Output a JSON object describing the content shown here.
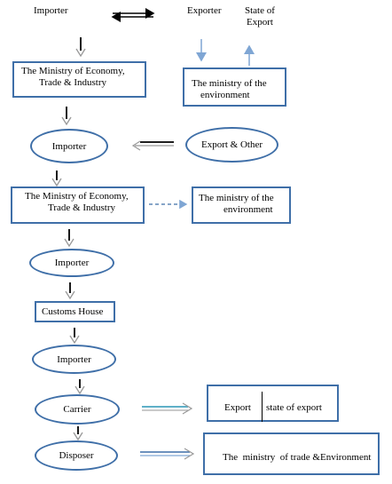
{
  "header": {
    "importer": "Importer",
    "exporter": "Exporter",
    "state_of_export": [
      "State of",
      "Export"
    ]
  },
  "boxes": {
    "ministry_economy_top": [
      "The Ministry of Economy,",
      "Trade & Industry"
    ],
    "ministry_environment_top": [
      "The ministry of the",
      "environment"
    ],
    "ministry_economy_mid": [
      "The Ministry of Economy,",
      "Trade & Industry"
    ],
    "ministry_environment_mid": [
      "The ministry of the",
      "environment"
    ],
    "customs_house": "Customs House",
    "export_label": "Export",
    "state_of_export_label": "state of export",
    "ministry_trade_env": "The  ministry  of trade &Environment"
  },
  "ovals": {
    "importer_1": "Importer",
    "export_other": "Export & Other",
    "importer_2": "Importer",
    "importer_3": "Importer",
    "carrier": "Carrier",
    "disposer": "Disposer"
  },
  "colors": {
    "border": "#3f6fa8",
    "arrow_blue": "#7fa6d4",
    "arrow_teal": "#5fb0c8"
  }
}
